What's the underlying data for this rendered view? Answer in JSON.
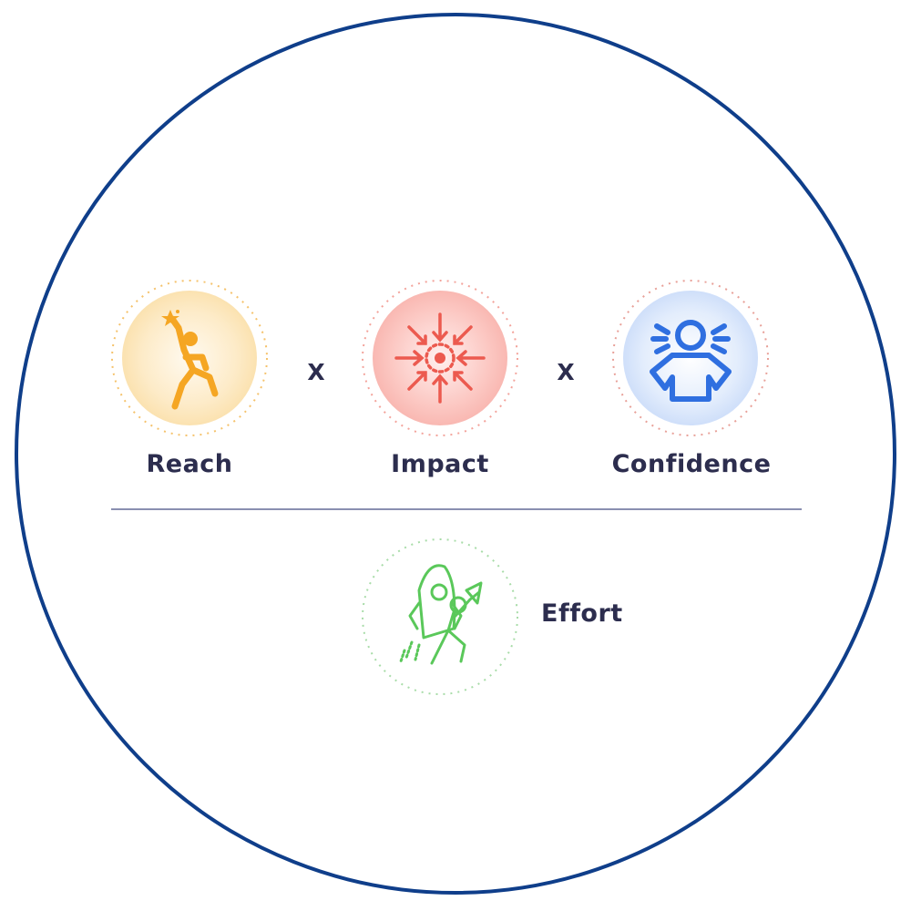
{
  "numerator": [
    {
      "label": "Reach",
      "icon": "person-reaching-star-icon",
      "color": "#f5a623"
    },
    {
      "label": "Impact",
      "icon": "arrows-converging-target-icon",
      "color": "#ec5a4f"
    },
    {
      "label": "Confidence",
      "icon": "confident-person-icon",
      "color": "#2f6fe0"
    }
  ],
  "operator": "X",
  "denominator": {
    "label": "Effort",
    "icon": "person-pushing-rocket-icon",
    "color": "#5ac85a"
  },
  "colors": {
    "outer_circle": "#0f3e8a",
    "divider": "#8a8fb0",
    "text": "#2c2d4e"
  }
}
